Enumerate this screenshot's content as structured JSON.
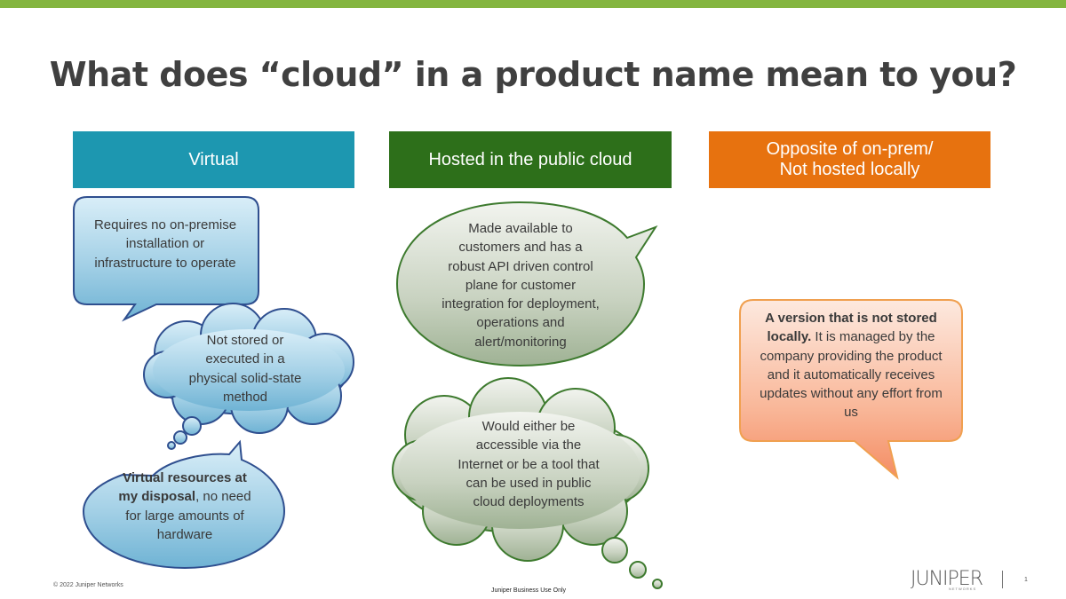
{
  "title": "What does “cloud” in a product name mean to you?",
  "columns": {
    "virtual": "Virtual",
    "hosted": "Hosted in the public cloud",
    "opposite_line1": "Opposite of on-prem/",
    "opposite_line2": "Not hosted locally"
  },
  "bubbles": {
    "requires": "Requires no on-premise installation or infrastructure to operate",
    "not_stored": "Not stored or executed in a physical solid-state method",
    "virtual_bold": "Virtual resources at my disposal",
    "virtual_rest": ", no need for large amounts of hardware",
    "made_available": "Made available to customers and has a robust API driven control plane for customer integration for deployment, operations and alert/monitoring",
    "would_either": "Would either be accessible via the Internet or be a tool that can be used in public cloud deployments",
    "version_bold": "A version that is not stored locally.",
    "version_rest": "  It is managed by the company providing the product and it automatically receives updates without any effort from us"
  },
  "footer": {
    "copyright": "© 2022 Juniper Networks",
    "classification": "Juniper Business Use Only",
    "logo": "JUNIPER",
    "logo_sub": "NETWORKS",
    "page": "1"
  },
  "colors": {
    "accent_bar": "#84b540",
    "virtual": "#1d97b0",
    "hosted": "#2d6f1a",
    "opposite": "#e7720f"
  }
}
